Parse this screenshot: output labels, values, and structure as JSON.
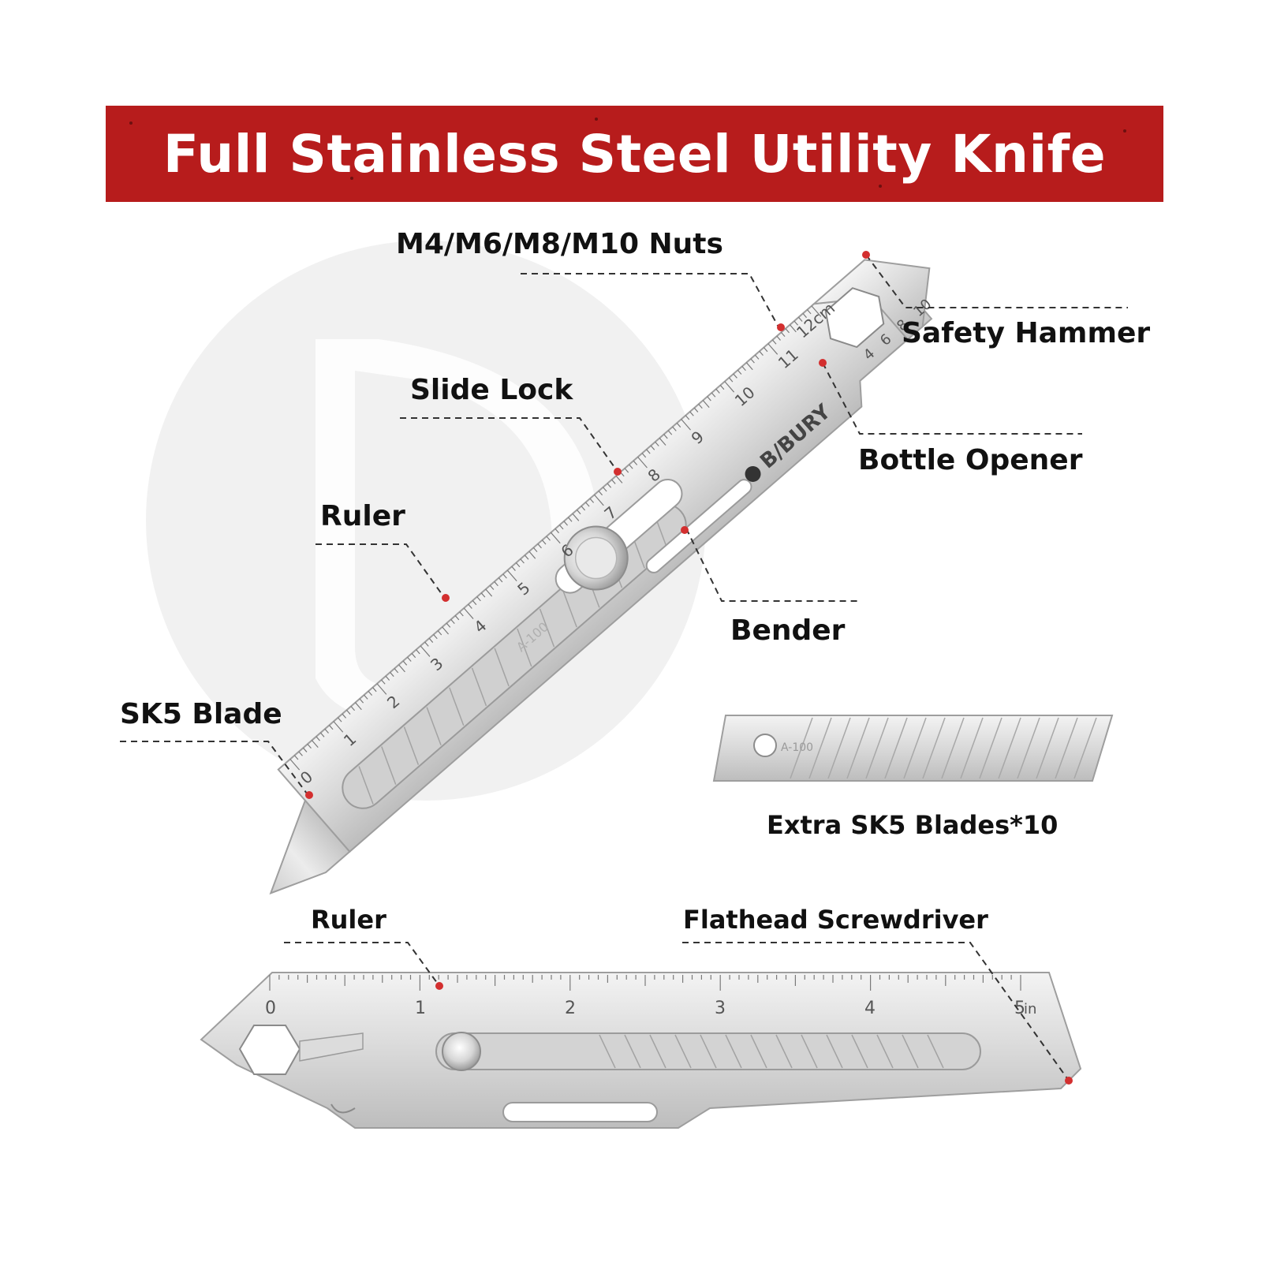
{
  "banner": {
    "title": "Full Stainless Steel Utility Knife",
    "color": "#b71c1c"
  },
  "knife_top": {
    "brand": "B/BURY",
    "model": "A-100",
    "cm_ticks": [
      "0",
      "1",
      "2",
      "3",
      "4",
      "5",
      "6",
      "7",
      "8",
      "9",
      "10",
      "11"
    ],
    "cm_end_label": "12cm",
    "nut_sizes": [
      "4",
      "6",
      "8",
      "10"
    ]
  },
  "extra_blade": {
    "model": "A-100"
  },
  "knife_bottom": {
    "inch_ticks": [
      "0",
      "1",
      "2",
      "3",
      "4",
      "5"
    ],
    "inch_unit": "in"
  },
  "callouts": {
    "nuts": "M4/M6/M8/M10 Nuts",
    "safety_hammer": "Safety Hammer",
    "slide_lock": "Slide Lock",
    "bottle_opener": "Bottle Opener",
    "ruler_top": "Ruler",
    "bender": "Bender",
    "sk5_blade": "SK5 Blade",
    "extra_blades": "Extra SK5 Blades*10",
    "ruler_bottom": "Ruler",
    "flathead": "Flathead Screwdriver"
  },
  "colors": {
    "steel_light": "#e4e4e4",
    "steel_dark": "#a9a9a9",
    "marker": "#d32f2f",
    "watermark": "#f1f1f1"
  }
}
